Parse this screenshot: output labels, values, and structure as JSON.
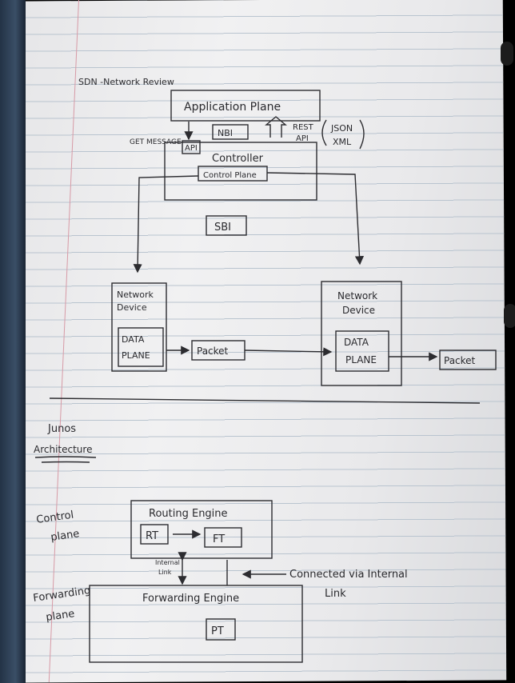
{
  "colors": {
    "paper": "#ececee",
    "ink": "#2c2c30",
    "rule": "#b9c4cf",
    "margin": "#d79aa6"
  },
  "sdn": {
    "title": "SDN -Network Review",
    "application_plane": "Application Plane",
    "get_message": "GET MESSAGE",
    "api": "API",
    "nbi": "NBI",
    "rest_api": [
      "REST",
      "API"
    ],
    "json_xml": [
      "JSON",
      "XML"
    ],
    "controller": "Controller",
    "control_plane": "Control Plane",
    "sbi": "SBI",
    "network_device_left": [
      "Network",
      "Device"
    ],
    "network_device_right": [
      "Network",
      "Device"
    ],
    "data_plane_left": [
      "DATA",
      "PLANE"
    ],
    "data_plane_right": [
      "DATA",
      "PLANE"
    ],
    "packet_mid": "Packet",
    "packet_right": "Packet"
  },
  "junos": {
    "title": "Junos",
    "subtitle": "Architecture",
    "control_plane_label": [
      "Control",
      "plane"
    ],
    "forwarding_plane_label": [
      "Forwarding",
      "plane"
    ],
    "routing_engine": "Routing Engine",
    "rt": "RT",
    "ft": "FT",
    "internal_link": [
      "Internal",
      "Link"
    ],
    "connected_note": [
      "Connected via Internal",
      "Link"
    ],
    "forwarding_engine": "Forwarding Engine",
    "pt": "PT"
  }
}
